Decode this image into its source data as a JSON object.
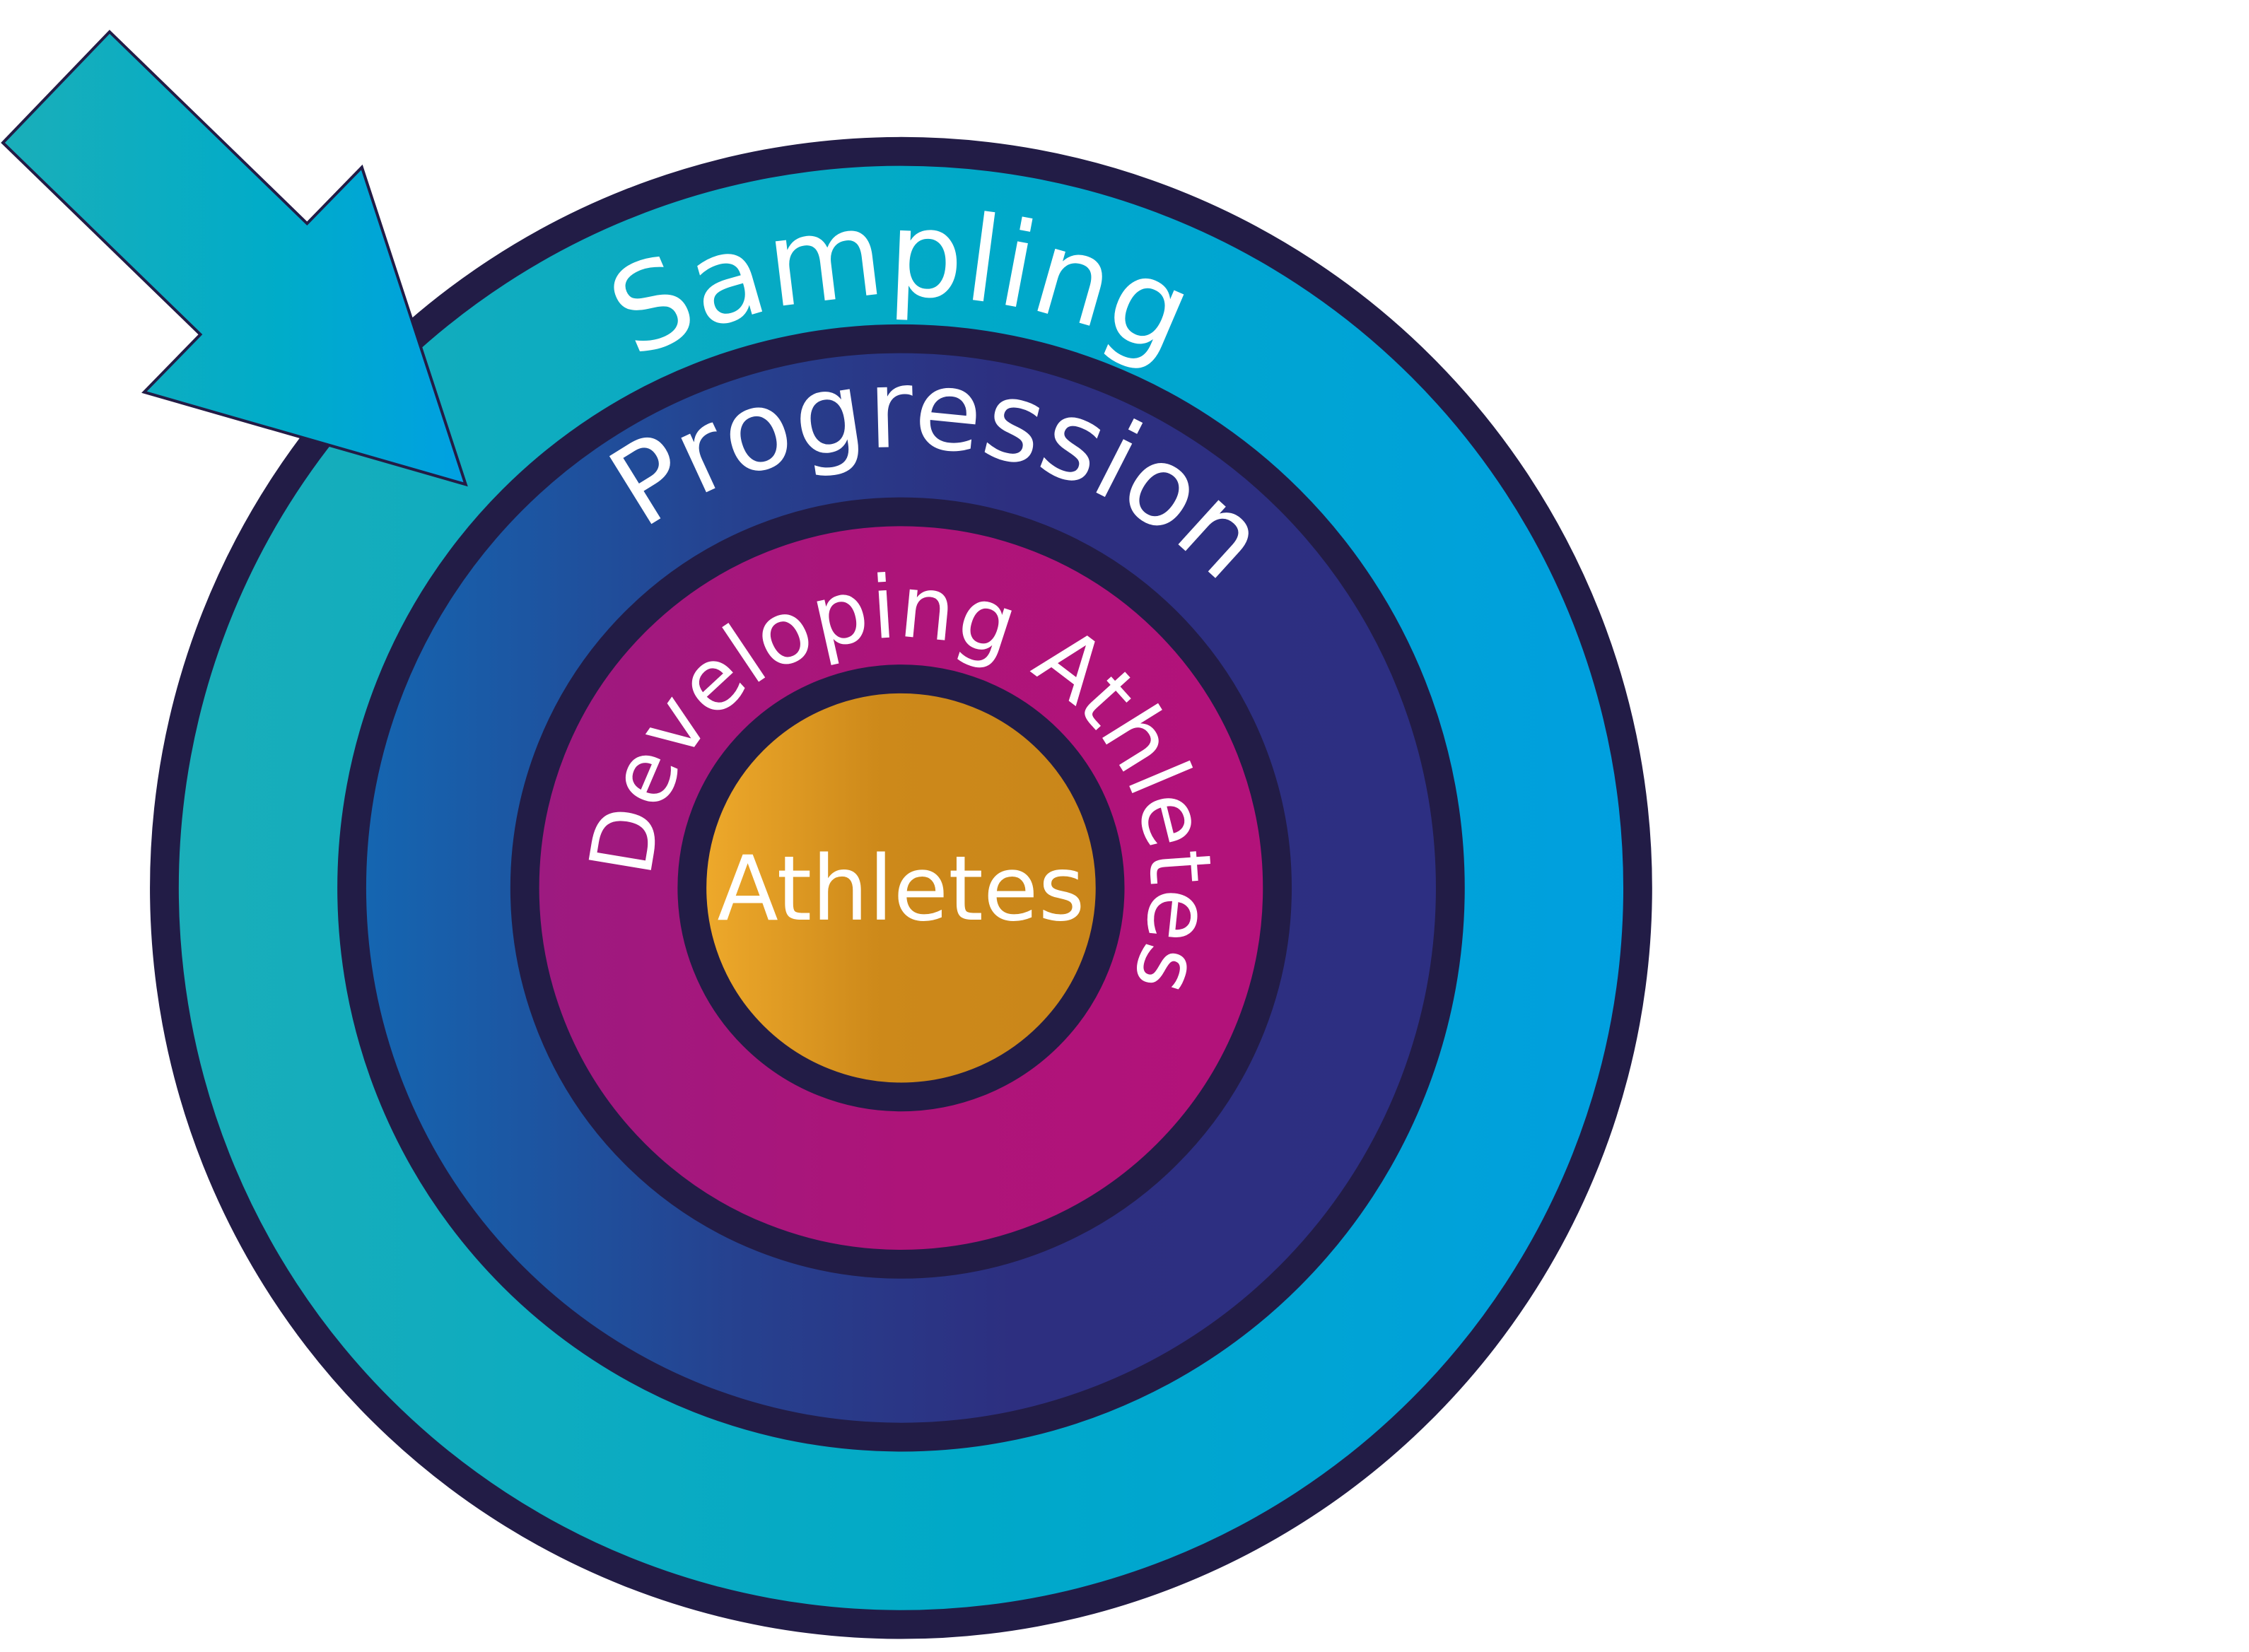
{
  "diagram": {
    "rings": [
      {
        "id": "sampling",
        "label": "Sampling"
      },
      {
        "id": "progression",
        "label": "Progression"
      },
      {
        "id": "developing",
        "label": "Developing Athletes"
      },
      {
        "id": "athletes",
        "label": "Athletes"
      }
    ],
    "colors": {
      "border": "#221c46",
      "sampling_start": "#1aaeb9",
      "sampling_end": "#009fe0",
      "progression_start": "#1467b2",
      "progression_end": "#2d2f80",
      "developing_start": "#9c1a80",
      "developing_end": "#b3127a",
      "athletes_start": "#f0ab2c",
      "athletes_end": "#c9861a",
      "arrow_start": "#1aaeb9",
      "arrow_end": "#00a0e2",
      "text": "#ffffff"
    },
    "arrow_icon": "arrow-pointing-into-circles-icon"
  }
}
